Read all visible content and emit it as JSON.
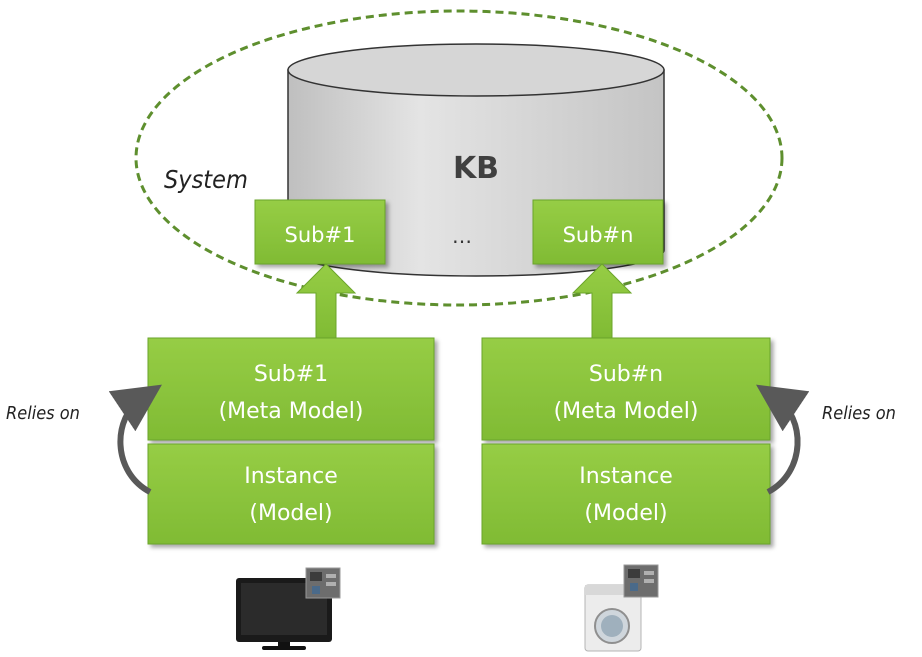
{
  "diagram": {
    "system_label": "System",
    "kb_label": "KB",
    "ellipsis": "…",
    "kb_slots": [
      {
        "label": "Sub#1"
      },
      {
        "label": "Sub#n"
      }
    ],
    "stacks": [
      {
        "meta_line1": "Sub#1",
        "meta_line2": "(Meta Model)",
        "instance_line1": "Instance",
        "instance_line2": "(Model)",
        "relies_label": "Relies on",
        "device_icon": "tv-icon"
      },
      {
        "meta_line1": "Sub#n",
        "meta_line2": "(Meta Model)",
        "instance_line1": "Instance",
        "instance_line2": "(Model)",
        "relies_label": "Relies on",
        "device_icon": "washing-machine-icon"
      }
    ],
    "colors": {
      "green_fill": "#8DC63F",
      "green_border": "#6BA52A",
      "dashed_outline": "#5E8F2E",
      "cylinder_fill": "#D8D8D8",
      "cylinder_stroke": "#333333",
      "arrow_gray": "#595959"
    }
  }
}
